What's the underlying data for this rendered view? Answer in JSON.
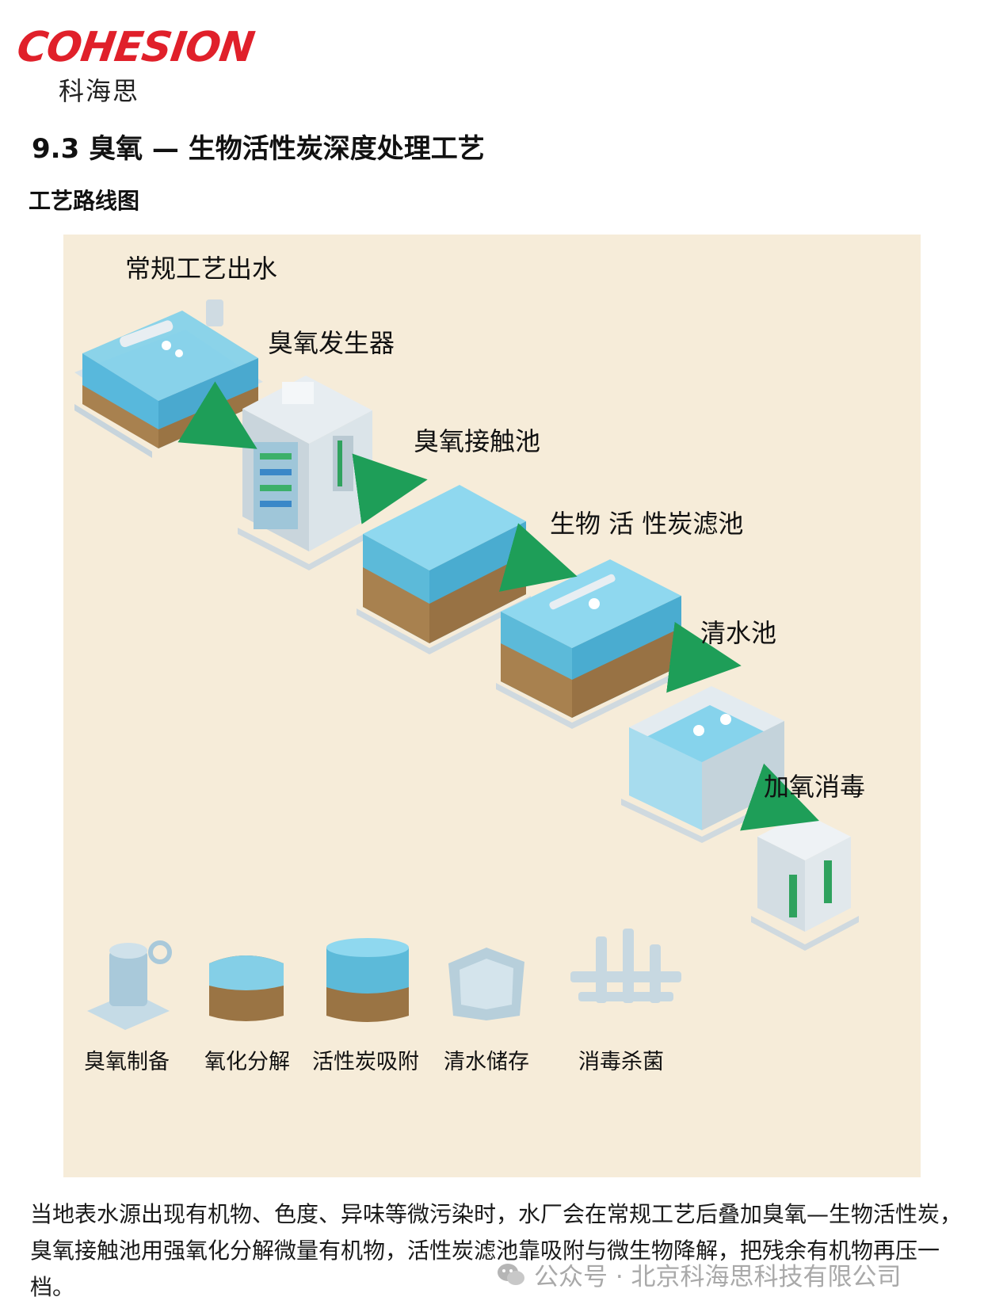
{
  "brand": {
    "logo_text": "COHESION",
    "logo_cn": "科海思",
    "brand_color": "#e0202a"
  },
  "title": "9.3 臭氧 — 生物活性炭深度处理工艺",
  "subtitle": "工艺路线图",
  "diagram": {
    "steps": [
      {
        "label": "常规工艺出水",
        "icon": "source-water-tank"
      },
      {
        "label": "臭氧发生器",
        "icon": "ozone-generator-unit"
      },
      {
        "label": "臭氧接触池",
        "icon": "ozone-contact-tank"
      },
      {
        "label": "生物 活 性炭滤池",
        "icon": "bac-filter-tank"
      },
      {
        "label": "清水池",
        "icon": "clear-water-tank"
      },
      {
        "label": "加氧消毒",
        "icon": "disinfection-unit"
      }
    ],
    "legend": [
      {
        "label": "臭氧制备",
        "icon": "ozone-pump-icon"
      },
      {
        "label": "氧化分解",
        "icon": "oxidation-basin-icon"
      },
      {
        "label": "活性炭吸附",
        "icon": "carbon-cylinder-icon"
      },
      {
        "label": "清水储存",
        "icon": "storage-basin-icon"
      },
      {
        "label": "消毒杀菌",
        "icon": "pipe-network-icon"
      }
    ],
    "colors": {
      "background": "#f6ecd9",
      "water": "#6ec9e8",
      "arrow": "#1e9e58",
      "media": "#a8814f",
      "concrete": "#c7d4dc"
    }
  },
  "body_text": "当地表水源出现有机物、色度、异味等微污染时，水厂会在常规工艺后叠加臭氧—生物活性炭，臭氧接触池用强氧化分解微量有机物，活性炭滤池靠吸附与微生物降解，把残余有机物再压一档。",
  "watermark": "公众号 · 北京科海思科技有限公司"
}
